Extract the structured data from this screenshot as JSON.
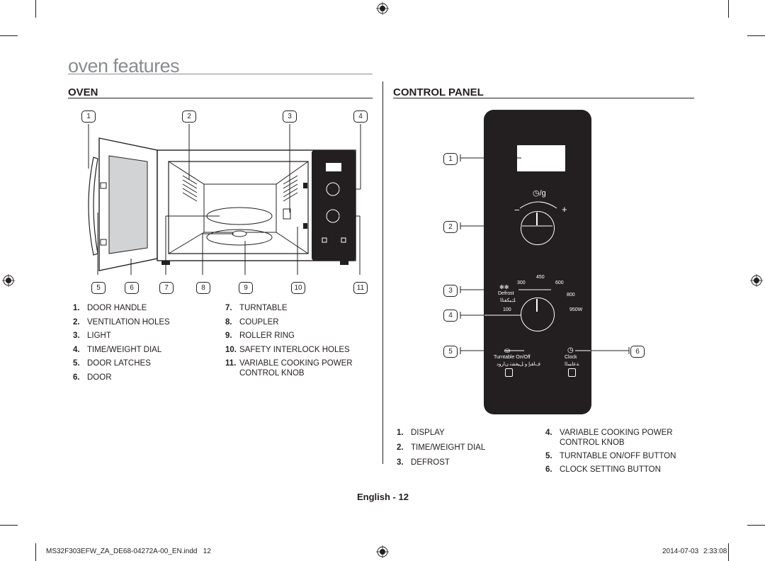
{
  "page": {
    "title": "oven features",
    "footer_language": "English - 12",
    "slug_filename": "MS32F303EFW_ZA_DE68-04272A-00_EN.indd   12",
    "slug_date": "2014-07-03",
    "slug_time": "2:33:08"
  },
  "oven": {
    "heading": "OVEN",
    "callouts_top": [
      "1",
      "2",
      "3",
      "4"
    ],
    "callouts_bottom": [
      "5",
      "6",
      "7",
      "8",
      "9",
      "10",
      "11"
    ],
    "list_left": [
      {
        "num": "1.",
        "text": "DOOR HANDLE"
      },
      {
        "num": "2.",
        "text": "VENTILATION HOLES"
      },
      {
        "num": "3.",
        "text": "LIGHT"
      },
      {
        "num": "4.",
        "text": "TIME/WEIGHT DIAL"
      },
      {
        "num": "5.",
        "text": "DOOR LATCHES"
      },
      {
        "num": "6.",
        "text": "DOOR"
      }
    ],
    "list_right": [
      {
        "num": "7.",
        "text": "TURNTABLE"
      },
      {
        "num": "8.",
        "text": "COUPLER"
      },
      {
        "num": "9.",
        "text": "ROLLER RING"
      },
      {
        "num": "10.",
        "text": "SAFETY INTERLOCK HOLES"
      },
      {
        "num": "11.",
        "text": "VARIABLE COOKING POWER",
        "text2": "CONTROL KNOB"
      }
    ]
  },
  "control_panel": {
    "heading": "CONTROL PANEL",
    "callouts": [
      "1",
      "2",
      "3",
      "4",
      "5",
      "6"
    ],
    "timer_symbol": "◷/g",
    "minus": "−",
    "plus": "+",
    "power_levels": [
      "300",
      "450",
      "600",
      "800",
      "950W",
      "100"
    ],
    "defrost_label": "Defrost",
    "defrost_arabic": "ﻚﻴﻜﻔﺘﻟﺍ",
    "turntable_label": "Turntable On/Off",
    "turntable_arabic": "ﻑﺎﻘﻳﺇ ﻭ ﻞﻴﻐﺸﺗ ﻥﺍﺭﻭﺩ",
    "clock_label": "Clock",
    "clock_arabic": "ﺔﻋﺎﺴﻟﺍ",
    "list_left": [
      {
        "num": "1.",
        "text": "DISPLAY"
      },
      {
        "num": "2.",
        "text": "TIME/WEIGHT DIAL"
      },
      {
        "num": "3.",
        "text": "DEFROST"
      }
    ],
    "list_right": [
      {
        "num": "4.",
        "text": "VARIABLE COOKING POWER",
        "text2": "CONTROL KNOB"
      },
      {
        "num": "5.",
        "text": "TURNTABLE ON/OFF BUTTON"
      },
      {
        "num": "6.",
        "text": "CLOCK SETTING BUTTON"
      }
    ]
  }
}
